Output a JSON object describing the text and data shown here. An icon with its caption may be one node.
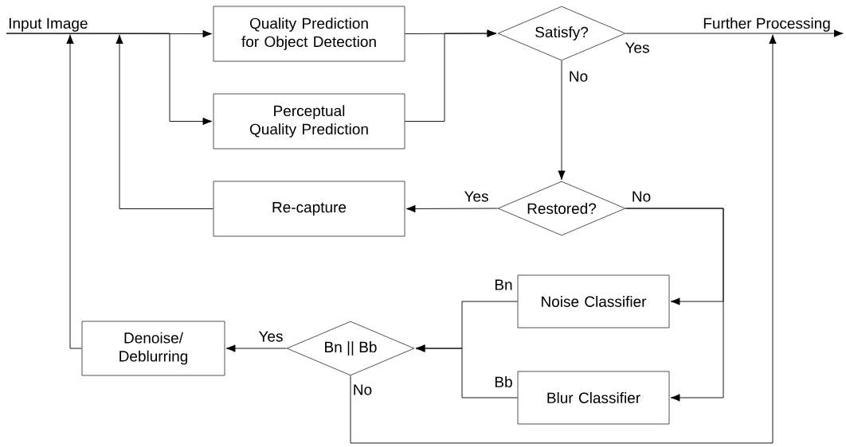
{
  "diagram": {
    "nodes": [
      {
        "text": [
          "Input Image"
        ]
      },
      {
        "text": [
          "Quality Prediction for Object Detection"
        ]
      },
      {
        "text": [
          "Perceptual Quality Prediction"
        ]
      },
      {
        "text": [
          "Satisfy?"
        ]
      },
      {
        "text": [
          "Further Processing"
        ]
      },
      {
        "text": [
          "Restored?"
        ]
      },
      {
        "text": [
          "Re-capture"
        ]
      },
      {
        "text": [
          "Noise Classifier"
        ]
      },
      {
        "text": [
          "Blur Classifier"
        ]
      },
      {
        "text": [
          "Bn || Bb"
        ]
      },
      {
        "text": [
          "Denoise/ Deblurring"
        ]
      }
    ],
    "edges": [
      {
        "from": 0,
        "to": 1,
        "arrow": "to"
      },
      {
        "from": 0,
        "to": 2,
        "arrow": "to"
      },
      {
        "from": 1,
        "to": 3,
        "arrow": "to"
      },
      {
        "from": 2,
        "to": 3,
        "arrow": "to"
      },
      {
        "from": 3,
        "to": 4,
        "label": "Yes",
        "arrow": "to"
      },
      {
        "from": 3,
        "to": 5,
        "label": "No",
        "arrow": "to"
      },
      {
        "from": 5,
        "to": 6,
        "label": "Yes",
        "arrow": "to"
      },
      {
        "from": 6,
        "to": 0,
        "arrow": "to"
      },
      {
        "from": 5,
        "to": 7,
        "label": "No",
        "arrow": "to"
      },
      {
        "from": 5,
        "to": 8,
        "arrow": "to"
      },
      {
        "from": 7,
        "to": 9,
        "label": "Bn",
        "arrow": "to"
      },
      {
        "from": 8,
        "to": 9,
        "label": "Bb",
        "arrow": "to"
      },
      {
        "from": 9,
        "to": 10,
        "label": "Yes",
        "arrow": "to"
      },
      {
        "from": 10,
        "to": 0,
        "arrow": "to"
      },
      {
        "from": 9,
        "to": 4,
        "label": "No",
        "arrow": "to"
      }
    ]
  }
}
